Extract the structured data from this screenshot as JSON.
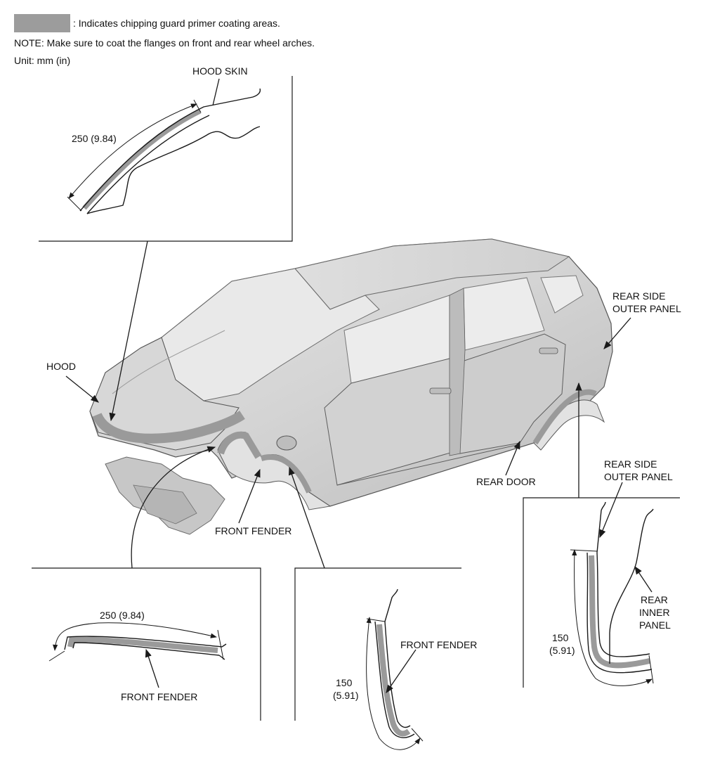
{
  "legend": {
    "text": ": Indicates chipping guard primer coating areas.",
    "swatch_color": "#9c9c9c"
  },
  "note": "NOTE: Make sure to coat the flanges on front and rear wheel arches.",
  "unit": "Unit: mm (in)",
  "labels": {
    "hood_skin": "HOOD SKIN",
    "hood": "HOOD",
    "rear_side_outer_panel_main_1": "REAR SIDE",
    "rear_side_outer_panel_main_2": "OUTER PANEL",
    "rear_door": "REAR DOOR",
    "front_fender_main": "FRONT FENDER",
    "front_fender_left_detail": "FRONT FENDER",
    "front_fender_mid_detail": "FRONT FENDER",
    "rear_side_outer_panel_detail_1": "REAR SIDE",
    "rear_side_outer_panel_detail_2": "OUTER PANEL",
    "rear_inner_panel_1": "REAR",
    "rear_inner_panel_2": "INNER",
    "rear_inner_panel_3": "PANEL"
  },
  "dimensions": {
    "hood": "250 (9.84)",
    "front_fender_left": "250 (9.84)",
    "front_fender_mid_1": "150",
    "front_fender_mid_2": "(5.91)",
    "rear_1": "150",
    "rear_2": "(5.91)"
  }
}
